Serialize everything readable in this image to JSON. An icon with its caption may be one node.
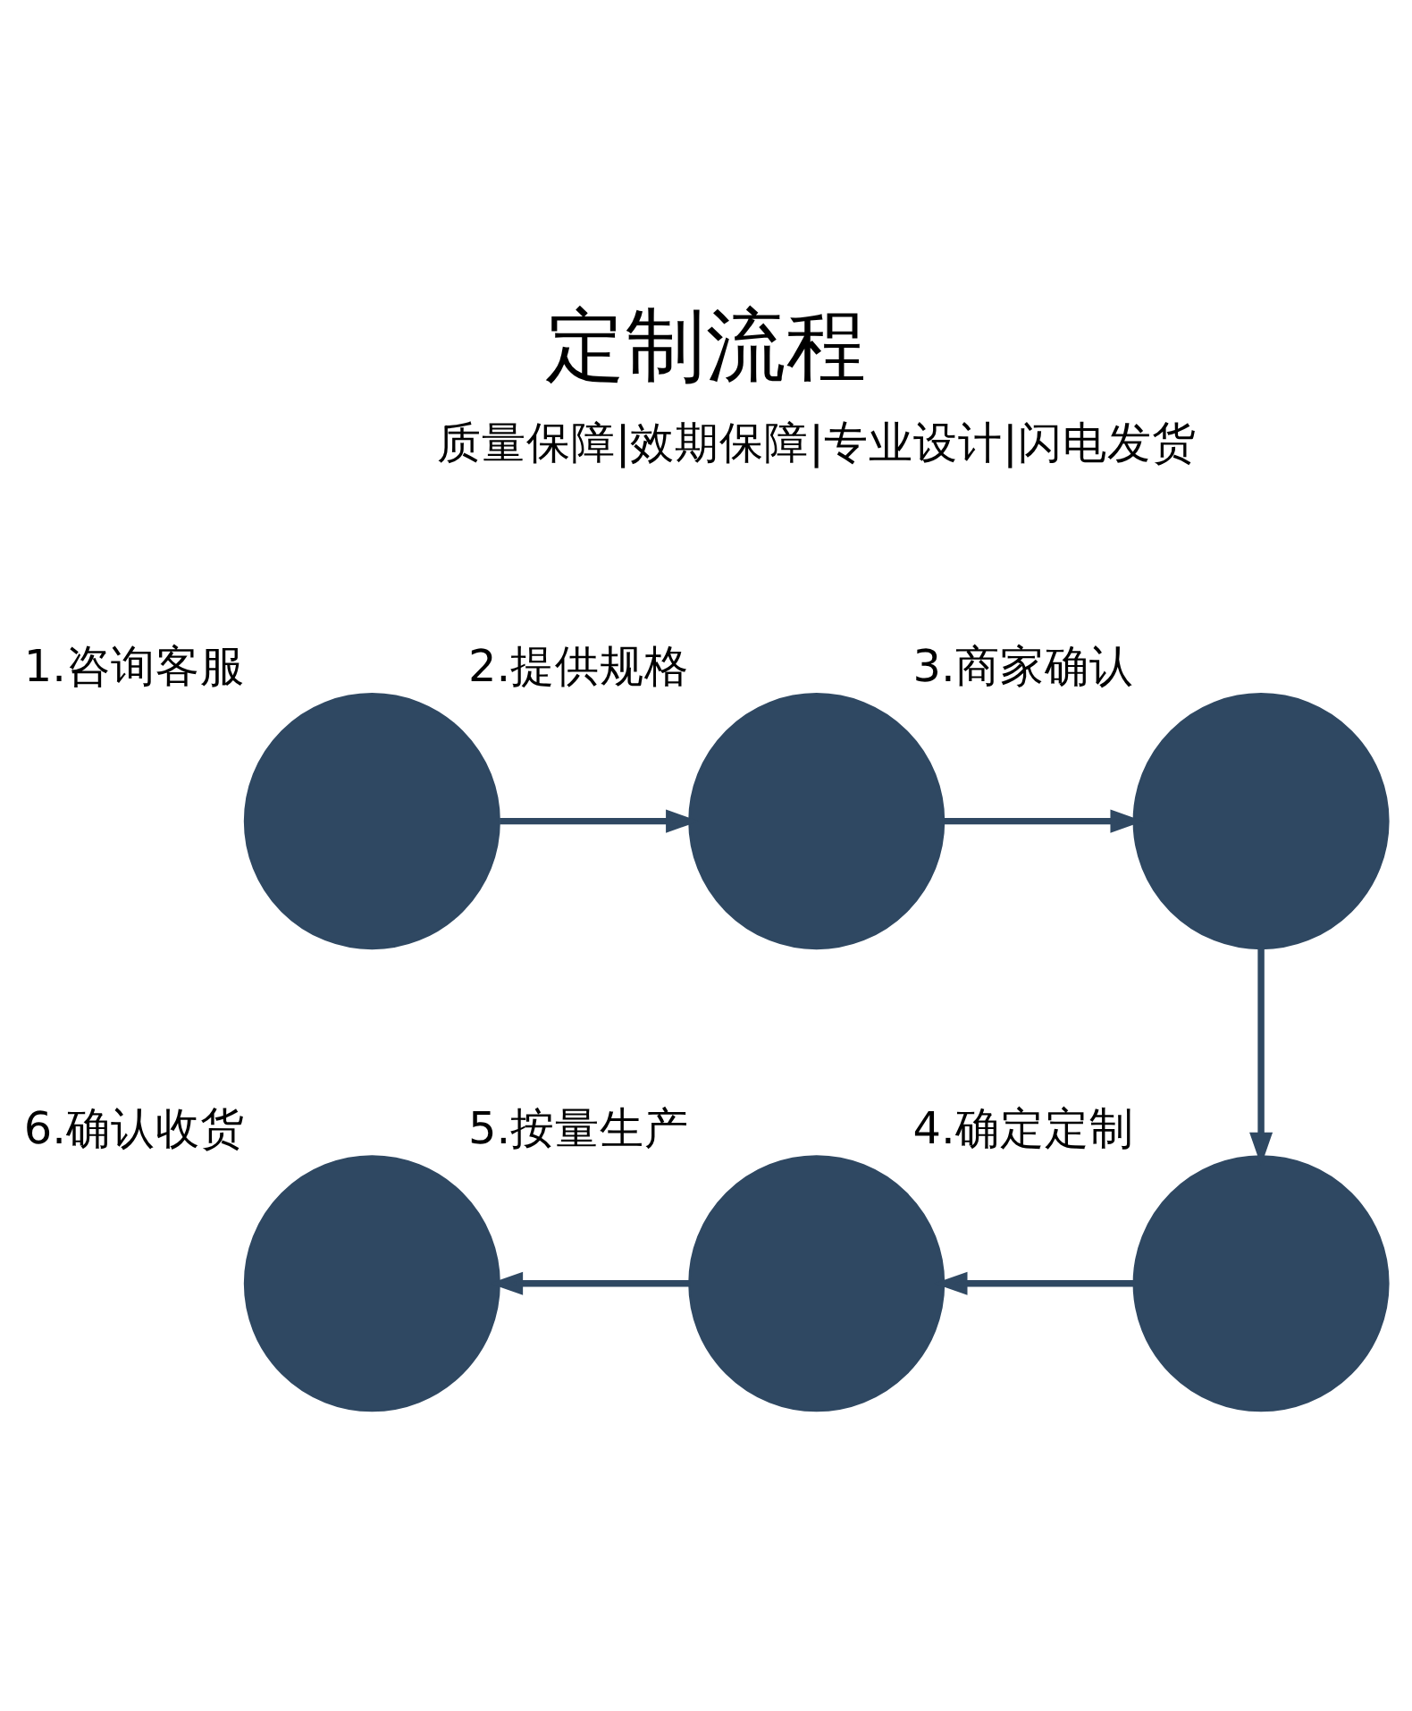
{
  "diagram": {
    "title": "定制流程",
    "nodes": [
      {
        "text": [],
        "shape": "circle",
        "beside": [
          "1.咨询客服"
        ]
      },
      {
        "text": [],
        "shape": "circle",
        "beside": [
          "2.提供规格"
        ]
      },
      {
        "text": [],
        "shape": "circle",
        "beside": [
          "3.商家确认"
        ]
      },
      {
        "text": [],
        "shape": "circle",
        "beside": [
          "4.确定定制"
        ]
      },
      {
        "text": [],
        "shape": "circle",
        "beside": [
          "5.按量生产"
        ]
      },
      {
        "text": [],
        "shape": "circle",
        "beside": [
          "6.确认收货"
        ]
      }
    ],
    "edges": [
      {
        "from": 0,
        "to": 1,
        "arrow": "to"
      },
      {
        "from": 1,
        "to": 2,
        "arrow": "to"
      },
      {
        "from": 2,
        "to": 3,
        "arrow": "to"
      },
      {
        "from": 3,
        "to": 4,
        "arrow": "to"
      },
      {
        "from": 4,
        "to": 5,
        "arrow": "to"
      }
    ],
    "labels": [
      "质量保障|效期保障|专业设计|闪电发货"
    ]
  }
}
